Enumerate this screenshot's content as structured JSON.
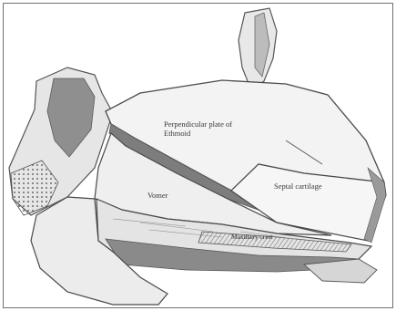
{
  "figure": {
    "labels": {
      "perpendicular_plate": "Perpendicular plate of\nEthmoid",
      "vomer": "Vomer",
      "septal_cartilage": "Septal cartilage",
      "maxillary_crest": "Maxillary crest"
    }
  },
  "colors": {
    "ink": "#4a4a4a",
    "bone_fill": "#f2f2f2",
    "shade": "#9a9a9a",
    "dark_shade": "#6a6a6a"
  }
}
